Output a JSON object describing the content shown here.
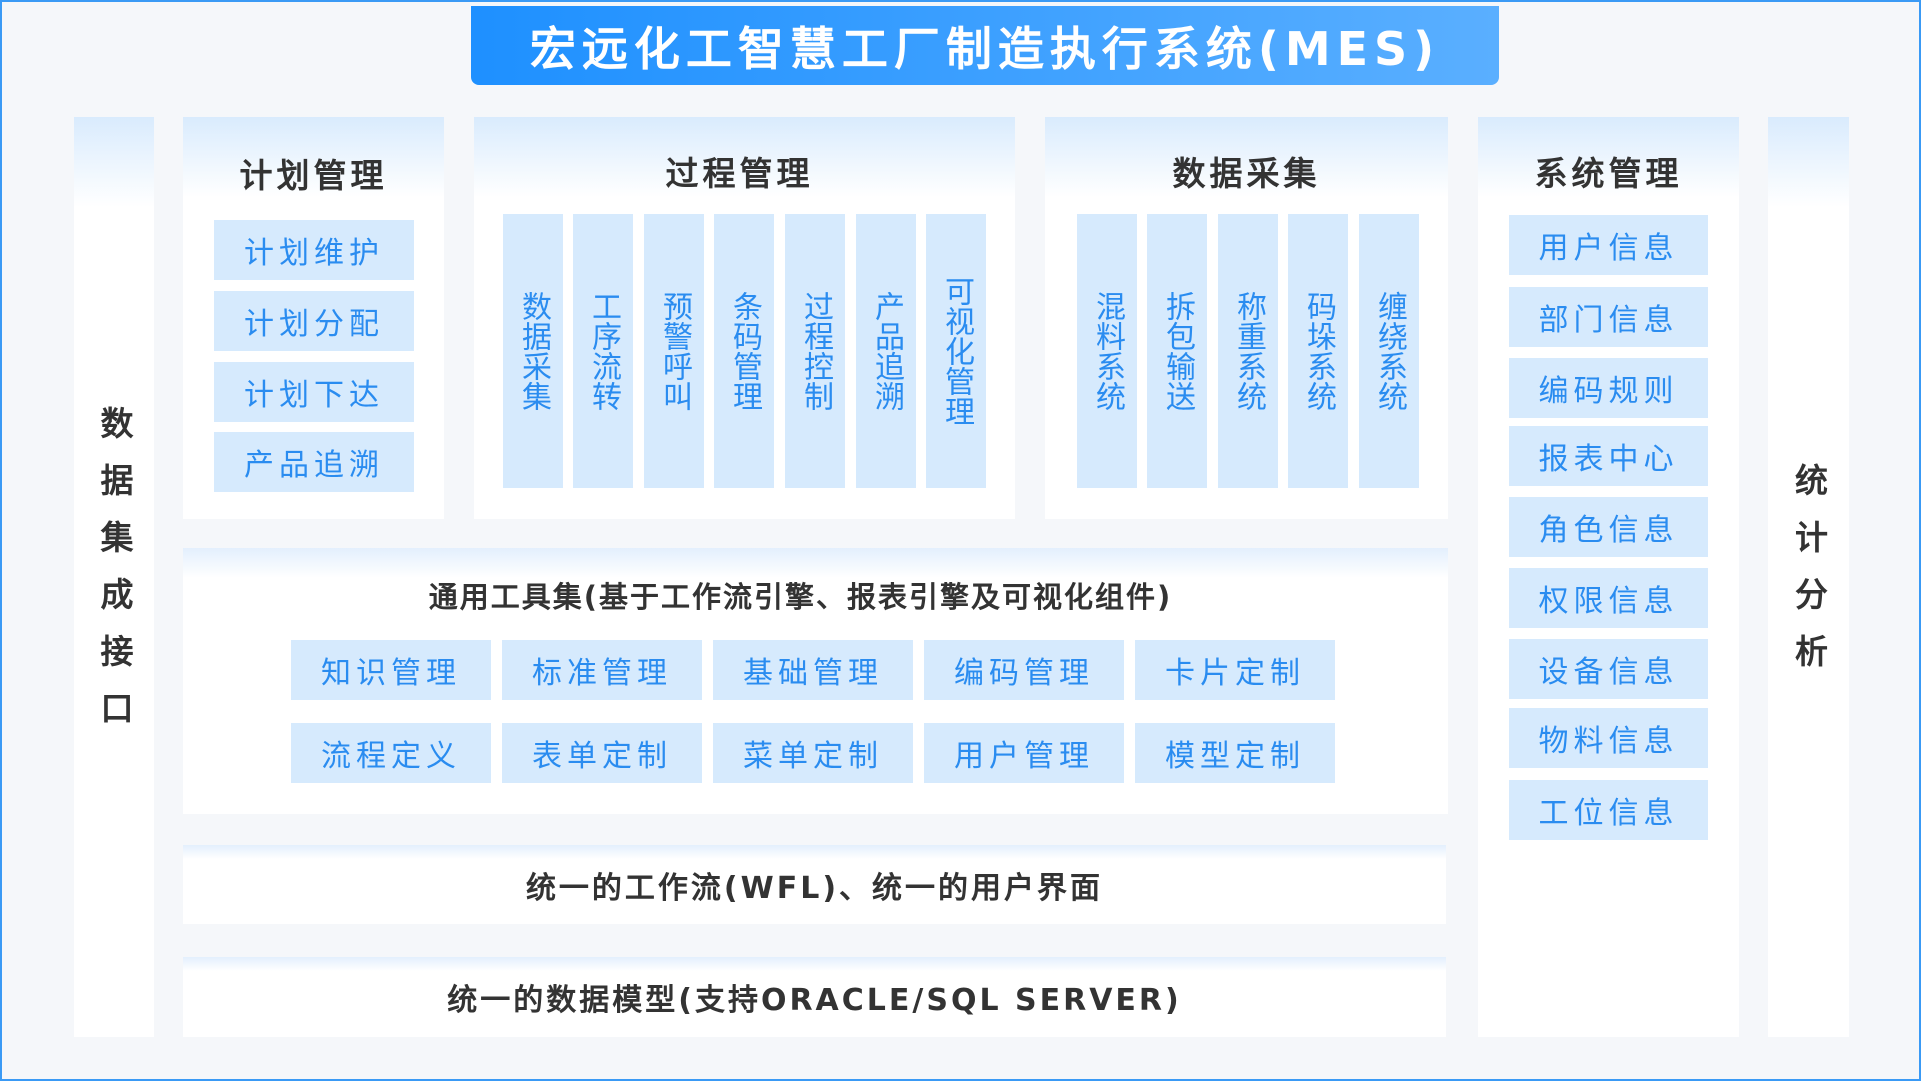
{
  "title": "宏远化工智慧工厂制造执行系统(MES)",
  "left_column": "数据集成接口",
  "right_column": "统计分析",
  "plan": {
    "heading": "计划管理",
    "items": [
      "计划维护",
      "计划分配",
      "计划下达",
      "产品追溯"
    ]
  },
  "process": {
    "heading": "过程管理",
    "items": [
      "数据采集",
      "工序流转",
      "预警呼叫",
      "条码管理",
      "过程控制",
      "产品追溯",
      "可视化管理"
    ]
  },
  "collect": {
    "heading": "数据采集",
    "items": [
      "混料系统",
      "拆包输送",
      "称重系统",
      "码垛系统",
      "缠绕系统"
    ]
  },
  "system": {
    "heading": "系统管理",
    "items": [
      "用户信息",
      "部门信息",
      "编码规则",
      "报表中心",
      "角色信息",
      "权限信息",
      "设备信息",
      "物料信息",
      "工位信息"
    ]
  },
  "tools": {
    "heading": "通用工具集(基于工作流引擎、报表引擎及可视化组件)",
    "items": [
      "知识管理",
      "标准管理",
      "基础管理",
      "编码管理",
      "卡片定制",
      "流程定义",
      "表单定制",
      "菜单定制",
      "用户管理",
      "模型定制"
    ]
  },
  "workflow_bar": "统一的工作流(WFL)、统一的用户界面",
  "datamodel_bar": "统一的数据模型(支持ORACLE/SQL SERVER)"
}
